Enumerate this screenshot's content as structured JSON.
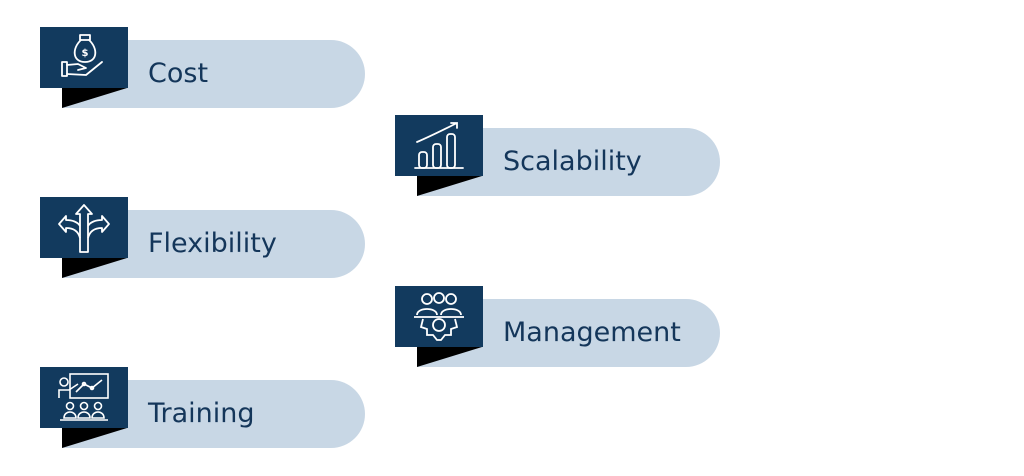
{
  "items": [
    {
      "label": "Cost",
      "icon": "money-bag-hand-icon"
    },
    {
      "label": "Scalability",
      "icon": "bar-chart-growth-icon"
    },
    {
      "label": "Flexibility",
      "icon": "split-arrows-icon"
    },
    {
      "label": "Management",
      "icon": "team-gear-icon"
    },
    {
      "label": "Training",
      "icon": "presentation-audience-icon"
    }
  ],
  "colors": {
    "icon_bg": "#123a5e",
    "pill": "#c8d7e5",
    "text": "#14365a"
  }
}
